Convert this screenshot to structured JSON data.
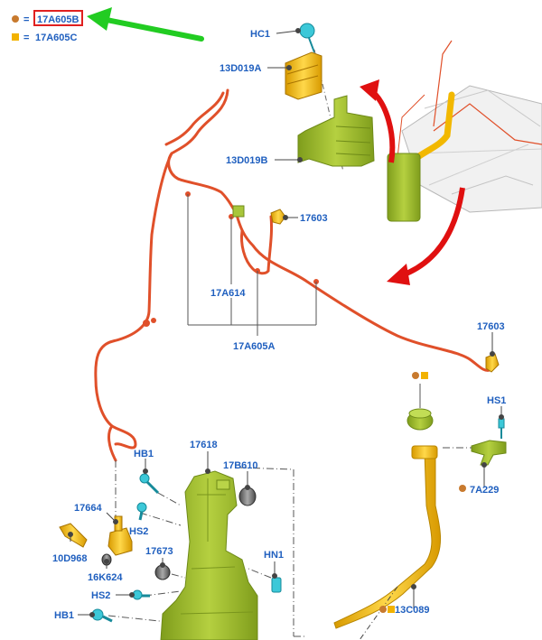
{
  "legend": {
    "item1": {
      "symbol": "circle",
      "color": "#c87a2e",
      "equals": "=",
      "part": "17A605B",
      "highlighted": true
    },
    "item2": {
      "symbol": "square",
      "color": "#f2b200",
      "equals": "=",
      "part": "17A605C"
    }
  },
  "colors": {
    "label_text": "#1f5fbf",
    "hose": "#e0502a",
    "reservoir": "#a8c63a",
    "filler_neck": "#f2b800",
    "highlight_box": "#e02020",
    "pointer_arrow": "#22cc22",
    "direction_arrow": "#e01010",
    "clip_cyan": "#3cc8d8"
  },
  "labels": {
    "hc1": "HC1",
    "p13d019a": "13D019A",
    "p13d019b": "13D019B",
    "p17603_top": "17603",
    "p17a614": "17A614",
    "p17a605a": "17A605A",
    "p17603_right": "17603",
    "hs1": "HS1",
    "p7a229": "7A229",
    "p13c089": "13C089",
    "hb1_top": "HB1",
    "p17618": "17618",
    "p17b610": "17B610",
    "p17664": "17664",
    "hs2_top": "HS2",
    "p10d968": "10D968",
    "p16k624": "16K624",
    "p17673": "17673",
    "hn1": "HN1",
    "hs2_bottom": "HS2",
    "hb1_bottom": "HB1"
  }
}
